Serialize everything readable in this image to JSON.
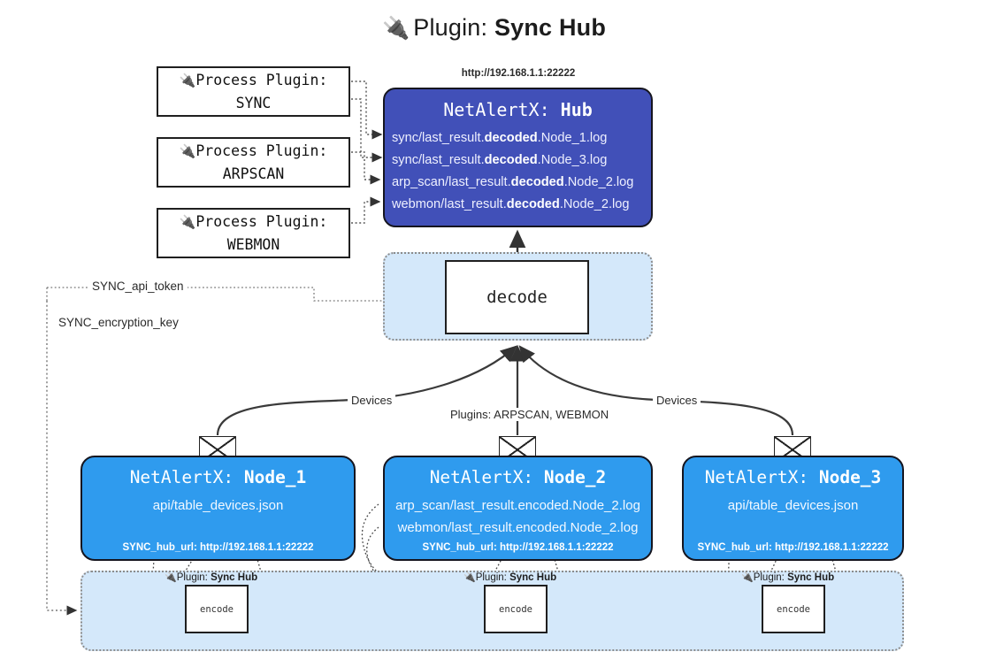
{
  "header": {
    "plug_icon": "🔌",
    "prefix": "Plugin:",
    "name": "Sync Hub"
  },
  "process_plugins": [
    {
      "line1": "Process Plugin:",
      "line2": "SYNC",
      "icon": "plug-icon"
    },
    {
      "line1": "Process Plugin:",
      "line2": "ARPSCAN",
      "icon": "plug-icon"
    },
    {
      "line1": "Process Plugin:",
      "line2": "WEBMON",
      "icon": "plug-icon"
    }
  ],
  "hub": {
    "url": "http://192.168.1.1:22222",
    "title_prefix": "NetAlertX:",
    "title_name": "Hub",
    "logs": [
      {
        "pre": "sync/last_result.",
        "mid": "decoded",
        "post": ".Node_1.log"
      },
      {
        "pre": "sync/last_result.",
        "mid": "decoded",
        "post": ".Node_3.log"
      },
      {
        "pre": "arp_scan/last_result.",
        "mid": "decoded",
        "post": ".Node_2.log"
      },
      {
        "pre": "webmon/last_result.",
        "mid": "decoded",
        "post": ".Node_2.log"
      }
    ]
  },
  "decode": {
    "label": "decode"
  },
  "secrets": [
    {
      "label": "SYNC_api_token"
    },
    {
      "label": "SYNC_encryption_key"
    }
  ],
  "edge_labels": {
    "devices_left": "Devices",
    "devices_right": "Devices",
    "plugins_center": "Plugins: ARPSCAN, WEBMON"
  },
  "nodes": [
    {
      "title_prefix": "NetAlertX:",
      "title_name": "Node_1",
      "lines": [
        "api/table_devices.json"
      ],
      "footer": "SYNC_hub_url: http://192.168.1.1:22222",
      "envelope": "envelope-icon"
    },
    {
      "title_prefix": "NetAlertX:",
      "title_name": "Node_2",
      "lines": [
        "arp_scan/last_result.encoded.Node_2.log",
        "webmon/last_result.encoded.Node_2.log"
      ],
      "footer": "SYNC_hub_url: http://192.168.1.1:22222",
      "envelope": "envelope-icon"
    },
    {
      "title_prefix": "NetAlertX:",
      "title_name": "Node_3",
      "lines": [
        "api/table_devices.json"
      ],
      "footer": "SYNC_hub_url: http://192.168.1.1:22222",
      "envelope": "envelope-icon"
    }
  ],
  "encoders": [
    {
      "plugin_prefix": "Plugin:",
      "plugin_name": "Sync Hub",
      "label": "encode",
      "icon": "plug-icon"
    },
    {
      "plugin_prefix": "Plugin:",
      "plugin_name": "Sync Hub",
      "label": "encode",
      "icon": "plug-icon"
    },
    {
      "plugin_prefix": "Plugin:",
      "plugin_name": "Sync Hub",
      "label": "encode",
      "icon": "plug-icon"
    }
  ],
  "colors": {
    "hub_fill": "#4150b8",
    "node_fill": "#2f9bee",
    "container_fill": "#d4e8fa",
    "stroke": "#1f1f1f",
    "dotted": "#8c8c8c"
  }
}
